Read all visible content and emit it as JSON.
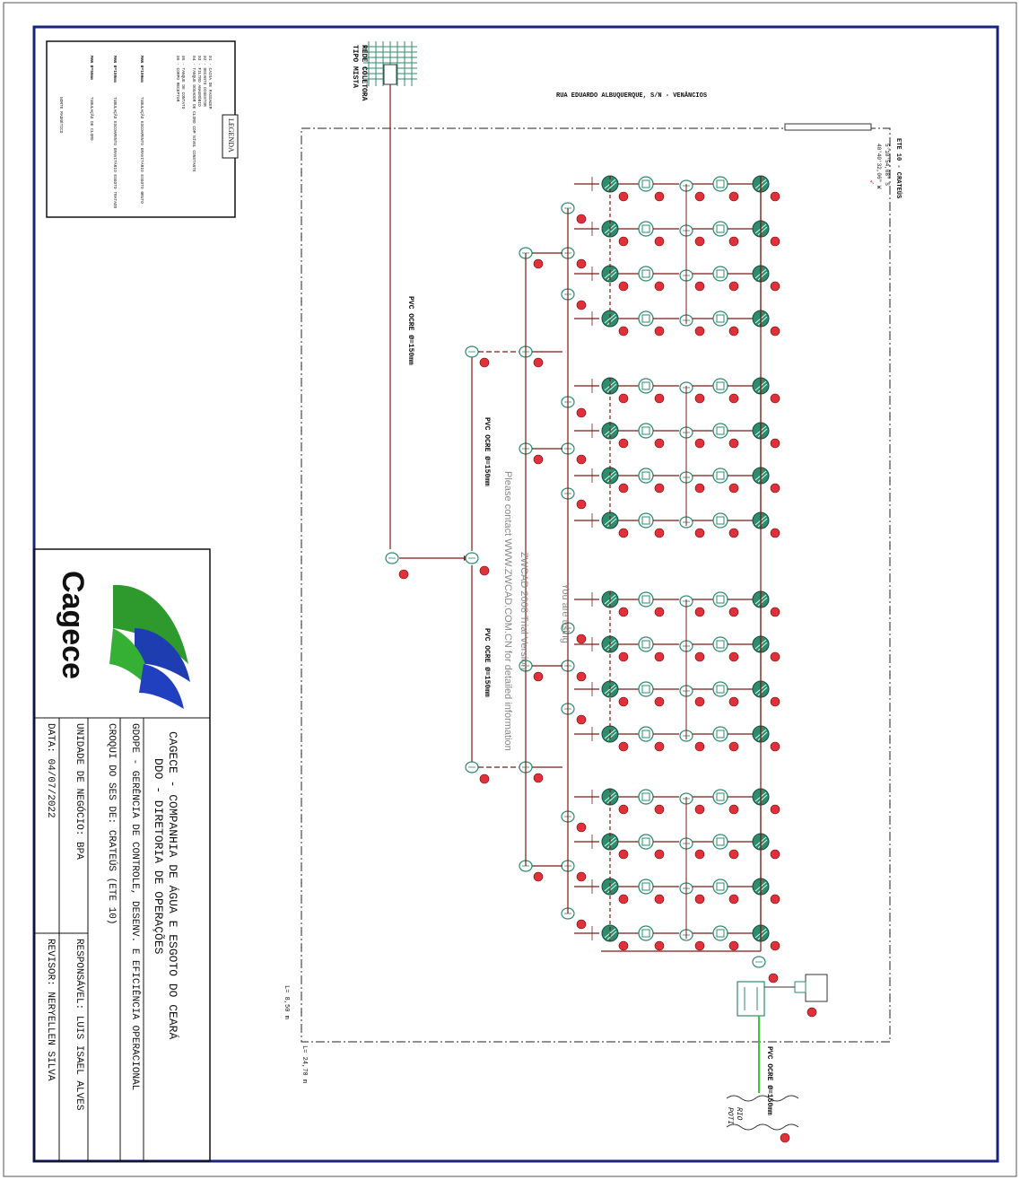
{
  "street": "RUA EDUARDO ALBUQUERQUE, S/N - VENÂNCIOS",
  "station_label": "ETE 10 - CRATEÚS",
  "coords": [
    "5°10'54,08\" S",
    "40°40'32,06\" W"
  ],
  "network_label": [
    "REDE COLETORA",
    "TIPO MISTA"
  ],
  "pipes": {
    "main": "PVC OCRE Ø=150mm",
    "branch_upper": "PVC OCRE Ø=150mm",
    "branch_lower": "PVC OCRE Ø=150mm",
    "outlet": "PVC OCRE Ø=150mm"
  },
  "dimensions": {
    "length": "L= 24,70 m",
    "width": "L= 8,50 m"
  },
  "outfall_label": [
    "RIO",
    "POTI"
  ],
  "watermark": [
    "You are using",
    "ZWCAD 2008 Trial Version",
    "Please contact WWW.ZWCAD.COM.CN for detailed information"
  ],
  "legend": {
    "title": "LEGENDA",
    "units": [
      "01 - CAIXA DE PASSAGEM",
      "02 - DECANTO DIGESTOR",
      "03 - FILTRO ANAERÓBIO",
      "04 - TANQUE DOSADOR DE CLORO COM NÍVEL CONSTANTE",
      "05 - TANQUE DE CONTATO",
      "06 - CORPO RECEPTOR"
    ],
    "lines": [
      {
        "code": "MAN Ø=100mm",
        "text": "TUBULAÇÃO ESCOAMENTO GRAVITÁRIO ESGOTO BRUTO"
      },
      {
        "code": "MAN Ø=100mm",
        "text": "TUBULAÇÃO ESCOAMENTO GRAVITÁRIO ESGOTO TRATADO"
      },
      {
        "code": "MAN Ø=50mm",
        "text": "TUBULAÇÃO DE CLORO"
      }
    ],
    "north": "NORTE MAGNÉTICO"
  },
  "title_block": {
    "company": "CAGECE - COMPANHIA DE ÁGUA E ESGOTO DO CEARÁ",
    "directorate": "DDO - DIRETORIA DE OPERAÇÕES",
    "department": "GDOPE - GERÊNCIA DE CONTROLE, DESENV. E EFICIÊNCIA OPERACIONAL",
    "drawing": "CROQUI DO SES DE: CRATEÚS (ETE 10)",
    "unit_label": "UNIDADE DE NEGÓCIO: BPA",
    "responsible": "RESPONSÁVEL: LUIS ISAEL ALVES",
    "date": "DATA: 04/07/2022",
    "reviewer": "REVISOR: NERYELLEN SILVA",
    "logo_text": "Cagece"
  },
  "colors": {
    "pipe": "#7a1c14",
    "treated": "#2ecc2e",
    "unit": "#2e8b6e",
    "badge": "#e0303a",
    "frame": "#1a237e"
  }
}
